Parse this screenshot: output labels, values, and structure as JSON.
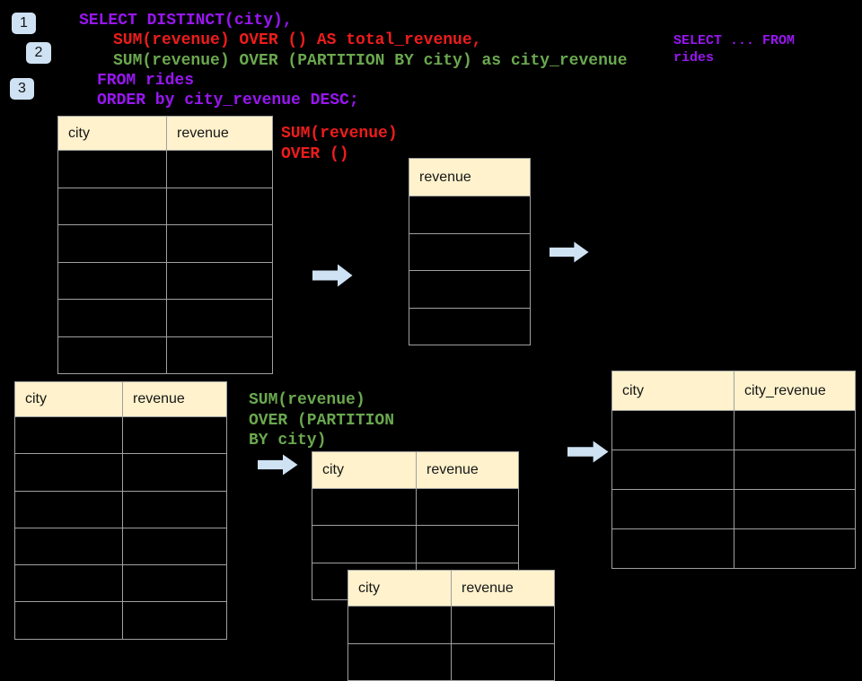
{
  "slide": {
    "code": {
      "line1": "SELECT DISTINCT(city),",
      "line2": "SUM(revenue) OVER () AS total_revenue,",
      "line3": "SUM(revenue) OVER (PARTITION BY city) as city_revenue",
      "line4": "FROM rides",
      "line5": "ORDER by city_revenue DESC;"
    },
    "note": {
      "line1": "SELECT ... FROM",
      "line2": "rides"
    },
    "badges": {
      "step1": "1",
      "step2": "2",
      "step3": "3"
    },
    "labels": {
      "total_revenue": {
        "line1": "SUM(revenue)",
        "line2": "OVER ()"
      },
      "partition": {
        "line1": "SUM(revenue)",
        "line2": "OVER (PARTITION",
        "line3": "BY city)"
      }
    },
    "tables": {
      "source_top": {
        "headers": [
          "city",
          "revenue"
        ],
        "empty_rows": 6
      },
      "total_result": {
        "headers": [
          "revenue"
        ],
        "empty_rows": 4
      },
      "source_bottom": {
        "headers": [
          "city",
          "revenue"
        ],
        "empty_rows": 6
      },
      "partition_back": {
        "headers": [
          "city",
          "revenue"
        ],
        "empty_rows": 3
      },
      "partition_front": {
        "headers": [
          "city",
          "revenue"
        ],
        "empty_rows": 2
      },
      "city_revenue_result": {
        "headers": [
          "city",
          "city_revenue"
        ],
        "empty_rows": 4
      }
    },
    "colors": {
      "background": "#000000",
      "sql_purple": "#9916f2",
      "sql_red": "#ee1c1c",
      "sql_green": "#6aa84f",
      "table_header_fill": "#fff2cc",
      "table_border": "#a0a0a0",
      "arrow_fill": "#cfe2f3",
      "badge_fill": "#cfe2f3"
    }
  }
}
